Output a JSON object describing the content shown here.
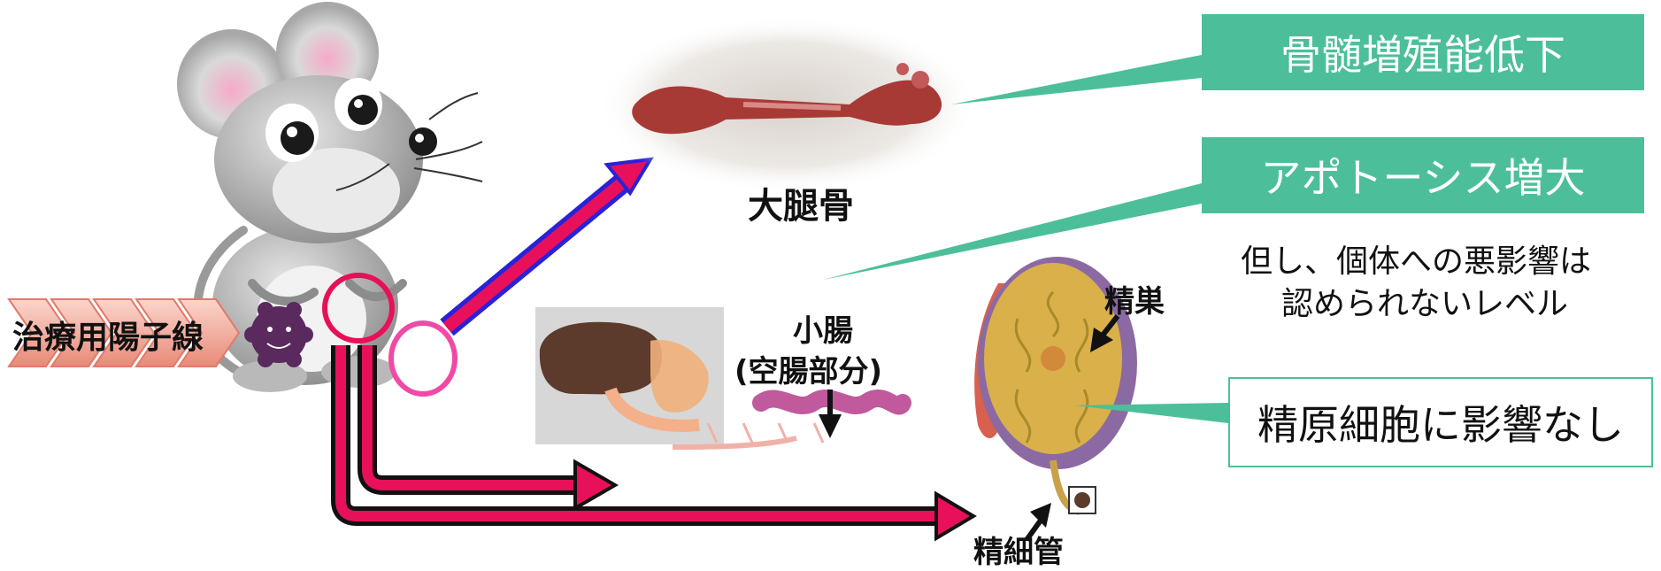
{
  "colors": {
    "accent_green": "#4cbf9a",
    "arrow_red": "#e8105a",
    "arrow_blue": "#2a22d8",
    "ring_magenta": "#f04aa6"
  },
  "icons": {
    "mouse": "mouse-icon",
    "radiation_particle": "radiation-particle-icon",
    "femur": "femur-bone-icon",
    "intestine": "small-intestine-icon",
    "testis": "testis-icon"
  },
  "labels": {
    "treatment_beam": "治療用陽子線",
    "femur": "大腿骨",
    "small_intestine": "小腸",
    "jejunum": "(空腸部分)",
    "testis": "精巣",
    "seminiferous_tubule": "精細管"
  },
  "findings": {
    "bone_marrow": "骨髄増殖能低下",
    "apoptosis": "アポトーシス増大",
    "note_line1": "但し、個体への悪影響は",
    "note_line2": "認められないレベル",
    "spermatogonia": "精原細胞に影響なし"
  }
}
